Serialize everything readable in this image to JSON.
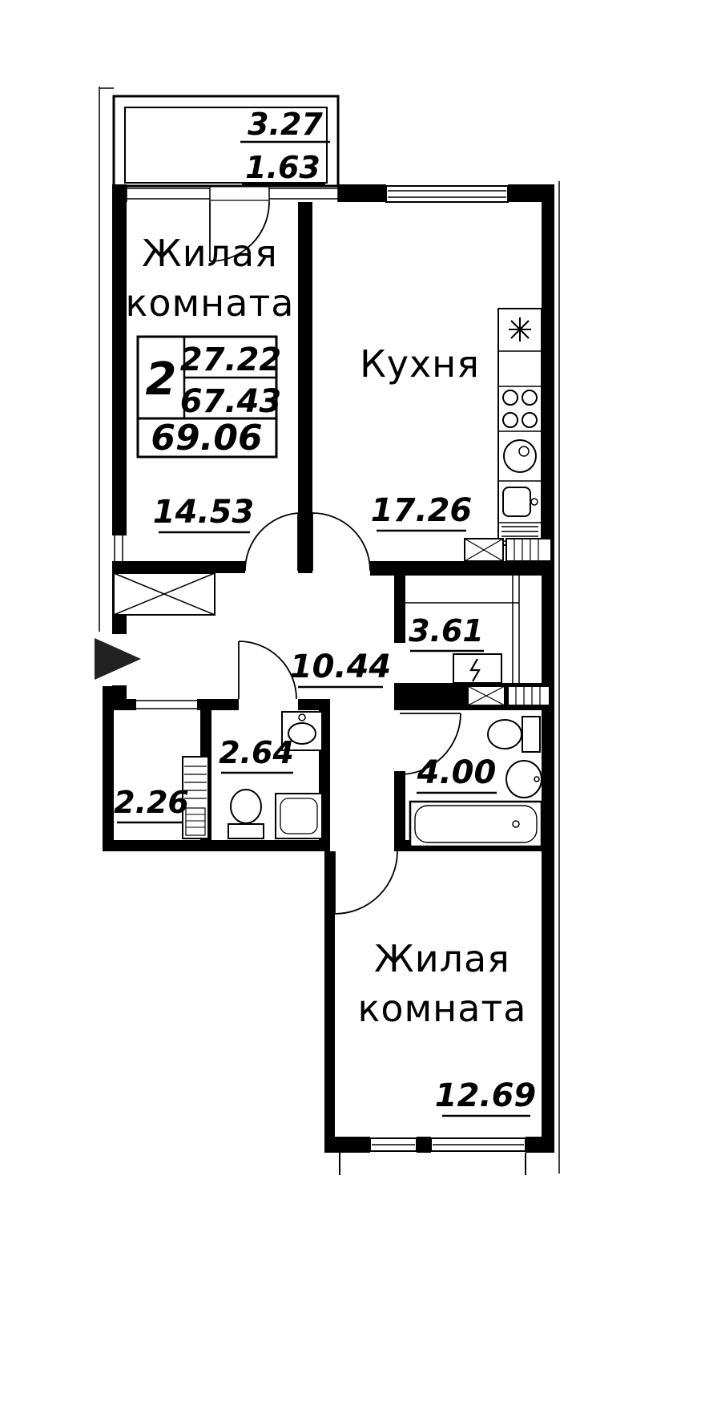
{
  "floor_plan": {
    "balcony": {
      "area_full": "3.27",
      "area_coeff": "1.63"
    },
    "info_box": {
      "rooms_count": "2",
      "living_area": "27.22",
      "area": "67.43",
      "total_area": "69.06"
    },
    "rooms": {
      "living_top": {
        "name_line1": "Жилая",
        "name_line2": "комната",
        "area": "14.53"
      },
      "kitchen": {
        "name": "Кухня",
        "area": "17.26"
      },
      "closet": {
        "area": "3.61"
      },
      "hallway": {
        "area": "10.44"
      },
      "bathroom_small": {
        "area": "2.64"
      },
      "storage": {
        "area": "2.26"
      },
      "bathroom_large": {
        "area": "4.00"
      },
      "living_bottom": {
        "name_line1": "Жилая",
        "name_line2": "комната",
        "area": "12.69"
      }
    },
    "icons": {
      "entry_arrow": "▶",
      "fridge_symbol": "✳",
      "electric_panel_symbol": "ϟ"
    },
    "colors": {
      "walls": "#000000",
      "background": "#ffffff"
    }
  }
}
